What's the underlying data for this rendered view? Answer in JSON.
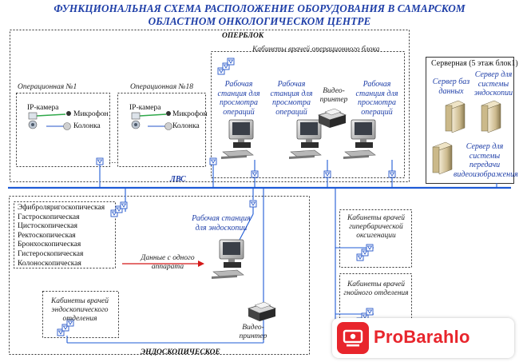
{
  "title": {
    "line1": "ФУНКЦИОНАЛЬНАЯ СХЕМА РАСПОЛОЖЕНИЕ ОБОРУДОВАНИЯ В САМАРСКОМ",
    "line2": "ОБЛАСТНОМ ОНКОЛОГИЧЕСКОМ ЦЕНТРЕ"
  },
  "operblock": {
    "label": "ОПЕРБЛОК",
    "cabinets_label": "Кабинеты врачей операционного блока",
    "room1": {
      "title": "Операционная №1",
      "camera": "IP-камера",
      "mic": "Микрофон",
      "speaker": "Колонка"
    },
    "room2": {
      "title": "Операционная №18",
      "camera": "IP-камера",
      "mic": "Микрофон",
      "speaker": "Колонка"
    },
    "ellipsis": "…",
    "ws1": [
      "Рабочая",
      "станция для",
      "просмотра",
      "операций"
    ],
    "ws2": [
      "Рабочая",
      "станция для",
      "просмотра",
      "операций"
    ],
    "printer": [
      "Видео-",
      "принтер"
    ],
    "ws3": [
      "Рабочая",
      "станция для",
      "просмотра",
      "операций"
    ]
  },
  "server_room": {
    "label": "Серверная  (5 этаж блок1)",
    "db_server": [
      "Сервер баз",
      "данных"
    ],
    "endo_server": [
      "Сервер для",
      "системы",
      "эндоскопии"
    ],
    "video_server": [
      "Сервер для",
      "системы",
      "передачи",
      "видеоизображения"
    ]
  },
  "lan_label": "ЛВС",
  "endoscopy": {
    "label": "ЭНДОСКОПИЧЕСКОЕ",
    "devices": [
      "Эфиброляригоскопическая",
      "Гастроскопическая",
      "Цистоскопическая",
      "Ректоскопическая",
      "Бронхоскопическая",
      "Гистероскопическая",
      "Колоноскопическая"
    ],
    "data_arrow": [
      "Данные с  одного",
      "аппарата"
    ],
    "workstation": [
      "Рабочая станция",
      "для эндоскопии"
    ],
    "doctors": [
      "Кабинеты врачей",
      "эндоскопического",
      "отделения"
    ],
    "printer": [
      "Видео-",
      "принтер"
    ]
  },
  "hyperbaric": [
    "Кабинеты врачей",
    "гипербарической",
    "оксигенации"
  ],
  "purulent": [
    "Кабинеты врачей",
    "гнойного отделения"
  ],
  "watermark": {
    "brand": "ProBarahlo",
    "color": "#e8252c"
  },
  "colors": {
    "title": "#1f3fa8",
    "lan": "#1f5bd6",
    "accent_green": "#2fa84a"
  }
}
